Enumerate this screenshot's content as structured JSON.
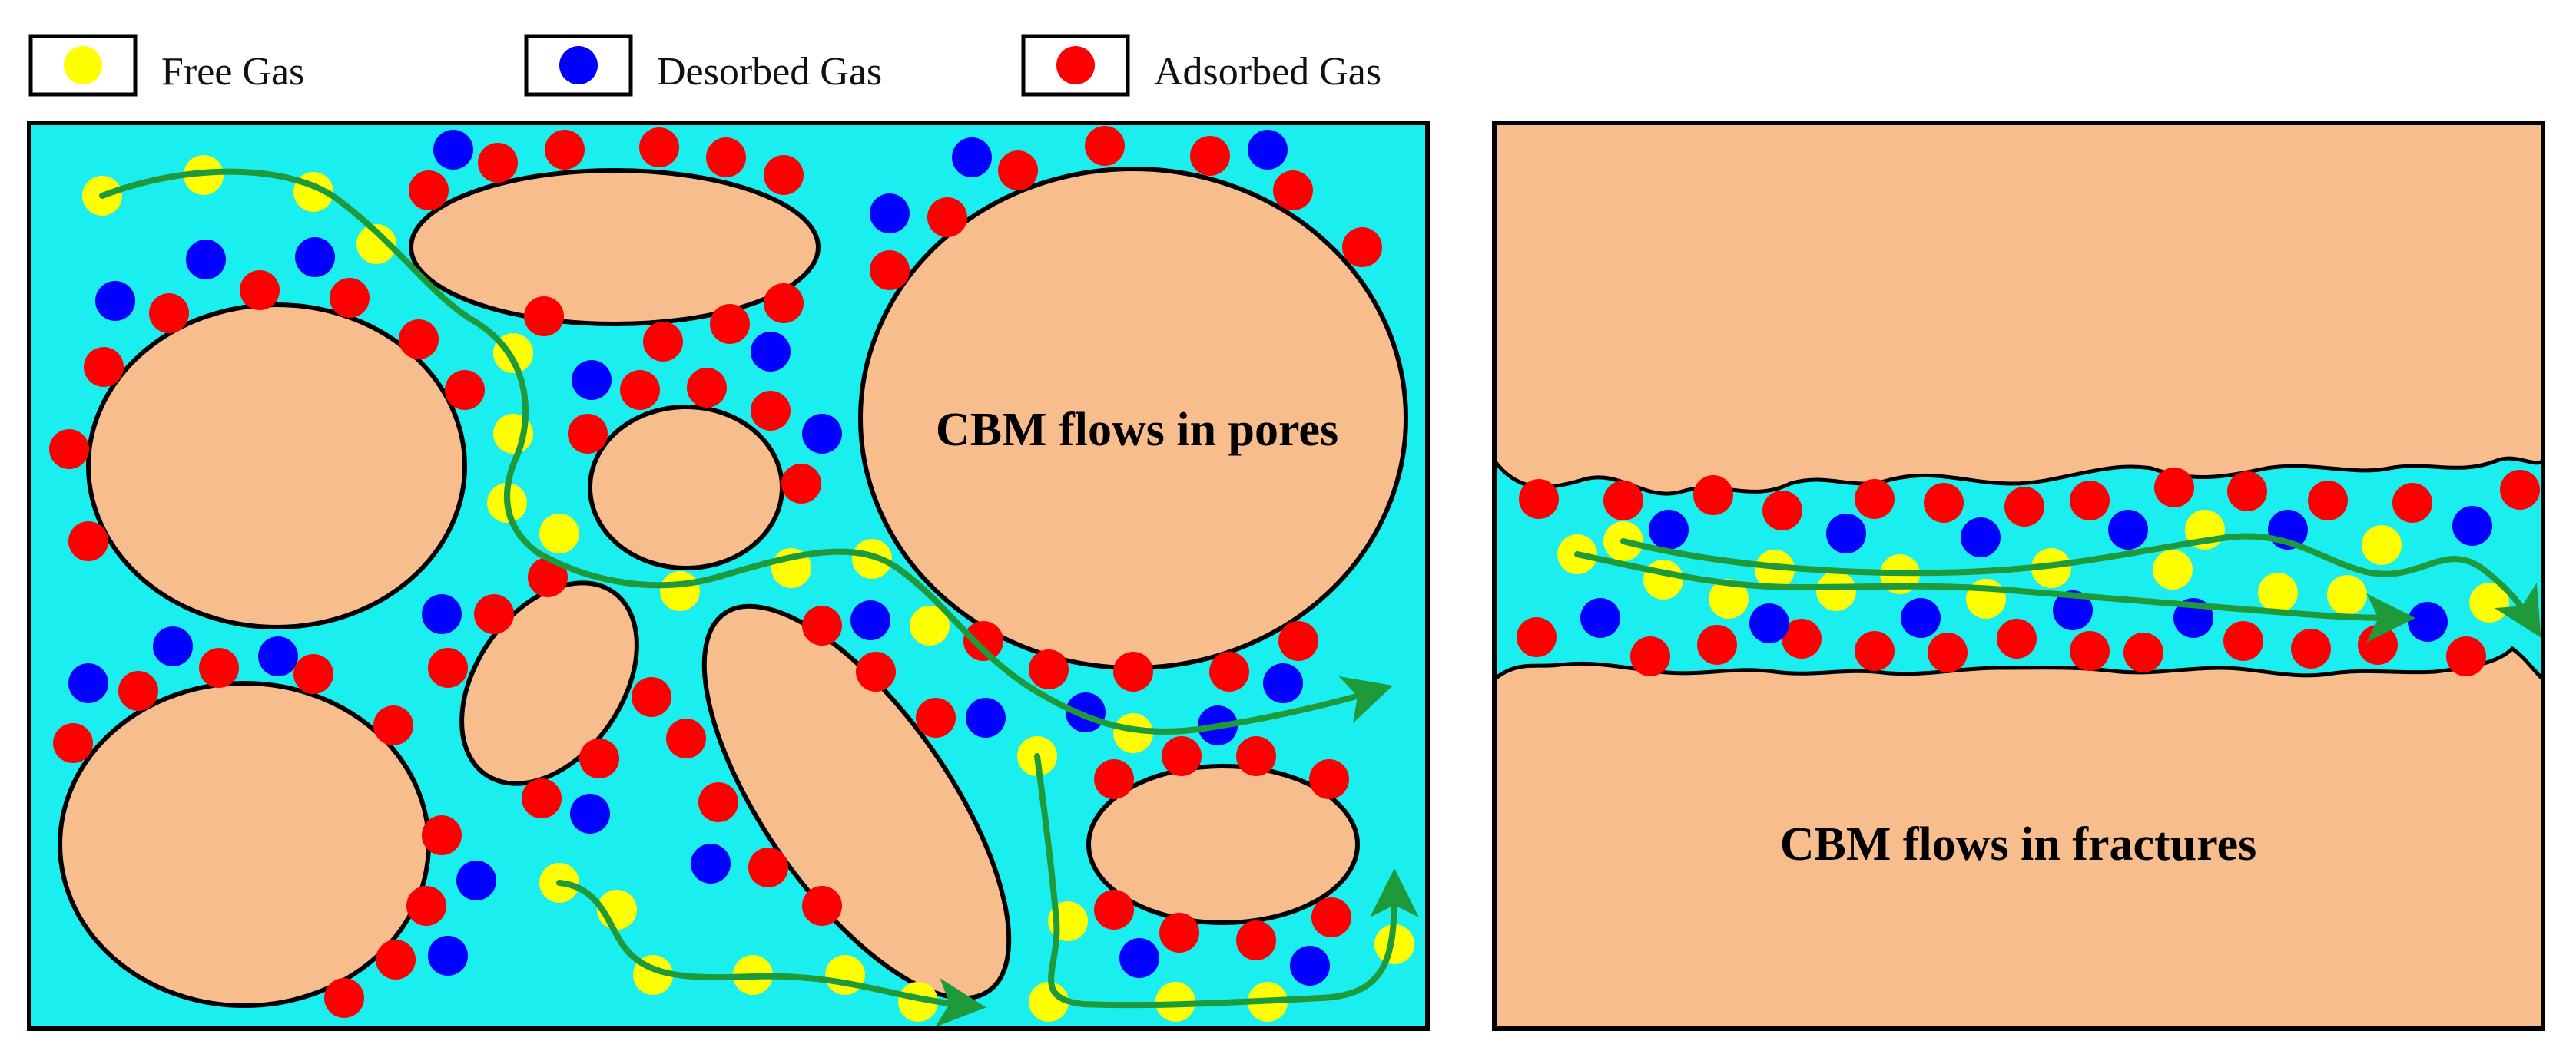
{
  "legend": [
    {
      "label": "Free Gas",
      "color": "#ffff00"
    },
    {
      "label": "Desorbed Gas",
      "color": "#0000ff"
    },
    {
      "label": "Adsorbed Gas",
      "color": "#ff0000"
    }
  ],
  "panels": {
    "pores": {
      "title": "CBM flows in pores"
    },
    "fractures": {
      "title": "CBM flows in fractures"
    }
  },
  "colors": {
    "fluid": "#1aeeee",
    "matrix": "#f8bd8d",
    "flow_path": "#1e9a3a",
    "outline": "#000000"
  }
}
